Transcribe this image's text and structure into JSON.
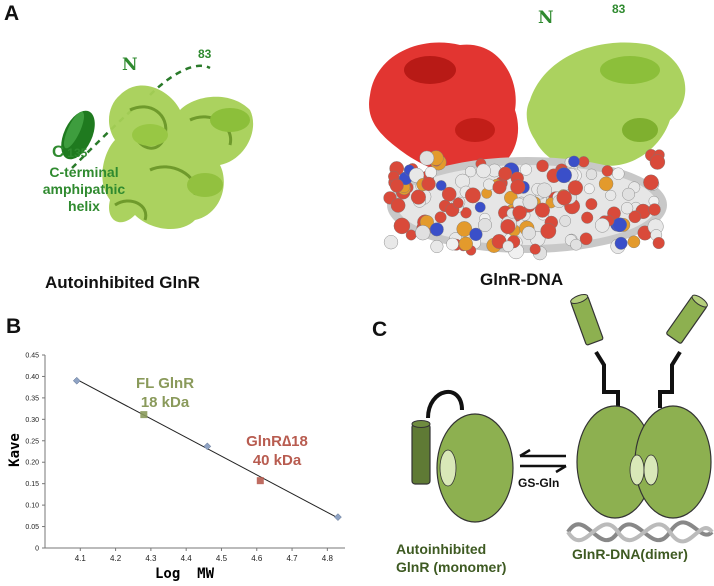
{
  "panelA": {
    "letter": "A",
    "left_caption": "Autoinhibited GlnR",
    "right_caption": "GlnR-DNA",
    "label_c": "C",
    "label_c_num": "135",
    "label_n_left": "N",
    "label_83_left": "83",
    "label_n_right": "N",
    "label_83_right": "83",
    "helix_label": [
      "C-terminal",
      "amphipathic",
      "helix"
    ]
  },
  "panelB": {
    "letter": "B",
    "annotations": {
      "fl_line1": "FL GlnR",
      "fl_line2": "18 kDa",
      "delta_line1": "GlnR∆18",
      "delta_line2": "40 kDa"
    },
    "colors": {
      "fl": "#8a9a5b",
      "delta": "#b85c50",
      "standard": "#8fa3c4",
      "fit": "#222222"
    }
  },
  "panelC": {
    "letter": "C",
    "monomer_label": [
      "Autoinhibited",
      "GlnR (monomer)"
    ],
    "dimer_label": "GlnR-DNA(dimer)",
    "arrow_label": "GS-Gln",
    "colors": {
      "domain": "#8db050",
      "tail": "#5f7a35"
    }
  },
  "chart_data": {
    "type": "scatter",
    "xlabel": "Log  MW",
    "ylabel": "Kave",
    "xlim": [
      4.0,
      4.85
    ],
    "ylim": [
      0,
      0.45
    ],
    "x_ticks": [
      "4.1",
      "4.2",
      "4.3",
      "4.4",
      "4.5",
      "4.6",
      "4.7",
      "4.8"
    ],
    "y_ticks": [
      "0",
      "0.05",
      "0.10",
      "0.15",
      "0.20",
      "0.25",
      "0.30",
      "0.35",
      "0.40",
      "0.45"
    ],
    "grid": false,
    "series": [
      {
        "x": [
          4.09,
          4.46,
          4.83
        ],
        "y": [
          0.39,
          0.237,
          0.072
        ]
      },
      {
        "x": [
          4.28
        ],
        "y": [
          0.311
        ]
      },
      {
        "x": [
          4.61
        ],
        "y": [
          0.157
        ]
      }
    ],
    "fit_line": {
      "x": [
        4.09,
        4.83
      ],
      "y": [
        0.393,
        0.07
      ]
    }
  }
}
